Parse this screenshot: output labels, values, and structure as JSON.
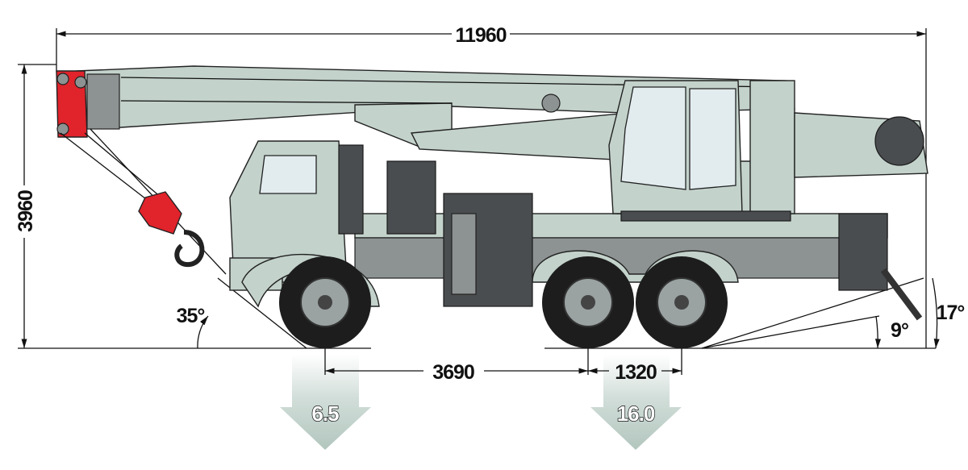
{
  "title": "Truck crane side view dimensions",
  "dimensions": {
    "overall_length": "11960",
    "overall_height": "3960",
    "approach_angle": "35°",
    "wheelbase_front": "3690",
    "wheelbase_rear": "1320",
    "departure_angle_low": "9°",
    "departure_angle_high": "17°"
  },
  "axle_loads": {
    "front": "6.5",
    "rear": "16.0"
  },
  "colors": {
    "body": "#c3d2cb",
    "boom_head": "#e1232b",
    "dark_parts": "#4a4d4f",
    "arrow": "#b8cbc3"
  }
}
